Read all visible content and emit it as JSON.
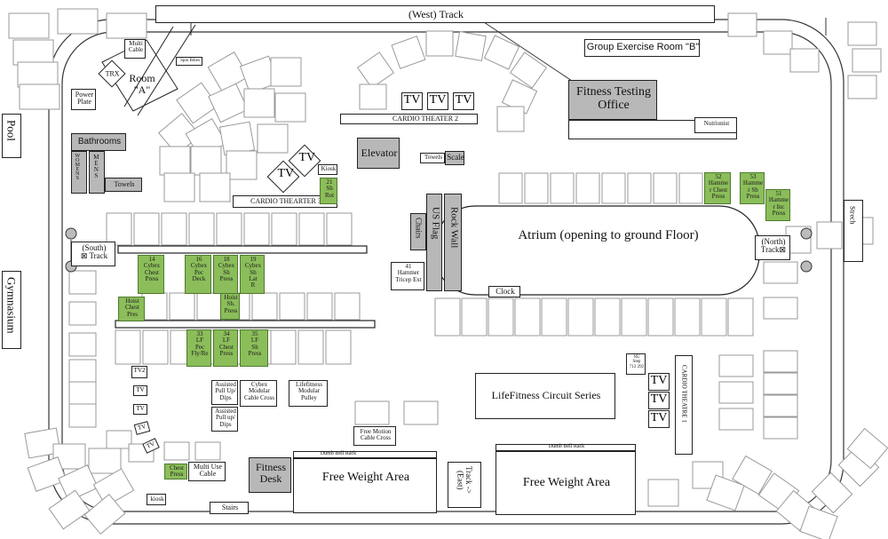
{
  "labels": {
    "west_track": "(West) Track",
    "group_ex_b": "Group Exercise Room \"B\"",
    "fitness_testing": "Fitness Testing\nOffice",
    "nutrionist": "Nutrionist",
    "pool": "Pool",
    "gymnasium": "Gymnasium",
    "multi_cable": "Multi\nCable",
    "trx": "TRX",
    "room_a": "Room\n\"A\"",
    "spin_bikes": "Spin Bikes",
    "power_plate": "Power\nPlate",
    "bathrooms": "Bathrooms",
    "womens": "WOMENS",
    "mens": "MENS",
    "towels_left": "Towels",
    "cardio_theater_2": "CARDIO THEATER 2",
    "cardio_thearter_3": "CARDIO THEARTER 3",
    "elevator": "Elevator",
    "towels_mid": "Towels",
    "scale": "Scale",
    "kiosk_top": "Kiosk",
    "south_track": "(South)\n⊠ Track",
    "north_track": "(North)\nTrack⊠",
    "atrium": "Atrium (opening to ground Floor)",
    "chairs": "Chairs",
    "us_flag": "US Flag",
    "rock_wall": "Rock Wall",
    "hammer_tricep": "41\nHammer\nTricep Ext",
    "clock": "Clock",
    "stretch": "Strech",
    "lifefitness_circuit": "LifeFitness Circuit Series",
    "nu_step": "NU\nStep\n712 292",
    "cardio_theatre_1": "CARDIO THEATRE 1",
    "dumb_bell_rack_left": "Dumb Bell Rack",
    "dumb_bell_rack_right": "Dumb Bell Rack",
    "free_weight_left": "Free Weight Area",
    "free_weight_right": "Free Weight Area",
    "track_east": "Track ->\n(East)",
    "free_motion": "Free Motion\nCable Cross",
    "fitness_desk": "Fitness\nDesk",
    "stairs": "Stairs",
    "kiosk_bottom": "kiosk",
    "multi_use_cable": "Multi Use\nCable",
    "assisted_1": "Assisted\nPull Up/\nDips",
    "assisted_2": "Assisted\nPull up/\nDips",
    "cybex_modular": "Cybex\nModular\nCable Cross",
    "lifefitness_modular": "Lifefitness\nModular\nPulley",
    "tv": "TV",
    "tv2": "TV2"
  },
  "machines": [
    {
      "id": "m14",
      "text": "14\nCybex\nChest\nPress"
    },
    {
      "id": "m16",
      "text": "16\nCybex\nPec\nDeck"
    },
    {
      "id": "m18",
      "text": "18\nCybex\nSh\nPress"
    },
    {
      "id": "m19",
      "text": "19\nCybex\nSh\nLat\nR"
    },
    {
      "id": "hoist_chest",
      "text": "Hoist\nChest\nPres"
    },
    {
      "id": "hoist_sh",
      "text": "Hoist\nSh.\nPress"
    },
    {
      "id": "m33",
      "text": "33\nLF\nPec\nFly/Re"
    },
    {
      "id": "m34",
      "text": "34\nLF\nChest\nPress"
    },
    {
      "id": "m35",
      "text": "35\nLF\nSh\nPress"
    },
    {
      "id": "m21",
      "text": "21\nSh\nRot"
    },
    {
      "id": "m52",
      "text": "52\nHamme\nr Chest\nPress"
    },
    {
      "id": "m53",
      "text": "53\nHamme\nr Sh\nPress"
    },
    {
      "id": "m51",
      "text": "51\nHamme\nr Inc\nPress"
    },
    {
      "id": "chest_press",
      "text": "Chest\nPress"
    }
  ],
  "colors": {
    "machine_green": "#8bbd5a",
    "fixture_grey": "#b8b8b8",
    "track_line": "#222222"
  }
}
